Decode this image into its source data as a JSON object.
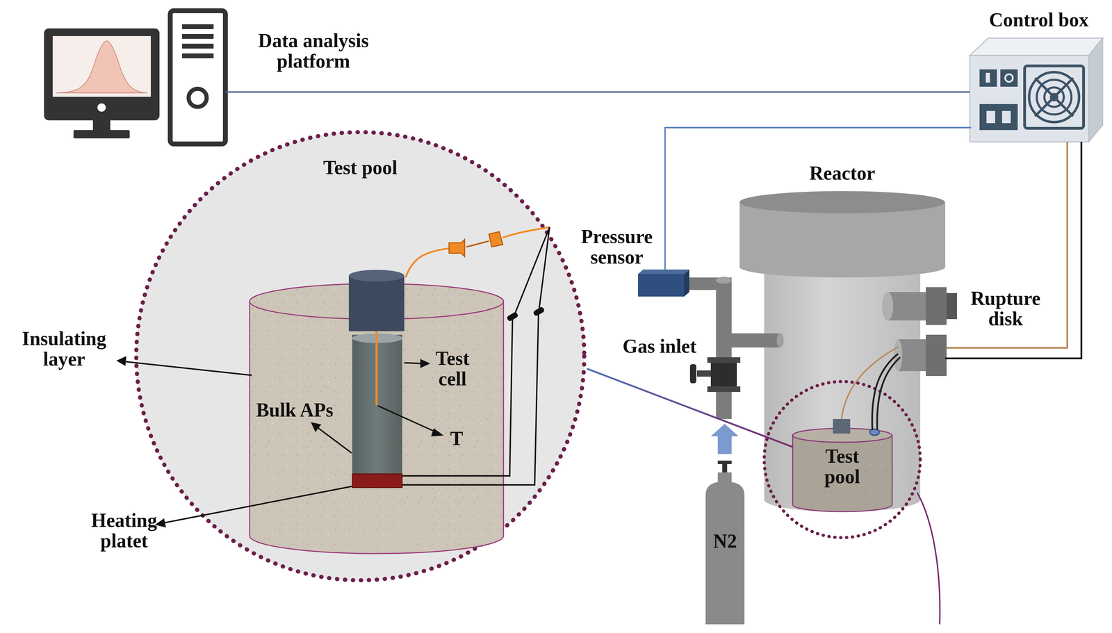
{
  "diagram": {
    "nodes": [
      {
        "text": [
          "Data analysis platform"
        ]
      },
      {
        "text": [
          "Control box"
        ]
      },
      {
        "text": [
          "Test pool"
        ]
      },
      {
        "text": [
          "Reactor"
        ]
      },
      {
        "text": [
          "Test pool"
        ],
        "in": 3
      },
      {
        "text": [
          "N2"
        ]
      }
    ],
    "edges": [
      {
        "from": 0,
        "to": 1,
        "arrow": "none"
      },
      {
        "from": 1,
        "to": 3,
        "arrow": "none"
      },
      {
        "from": 2,
        "to": 4,
        "arrow": "none"
      }
    ],
    "labels": [
      "Pressure sensor",
      "Rupture disk",
      "Gas inlet",
      "Insulating layer",
      "Test cell",
      "Bulk APs",
      "T",
      "Heating platet"
    ]
  }
}
